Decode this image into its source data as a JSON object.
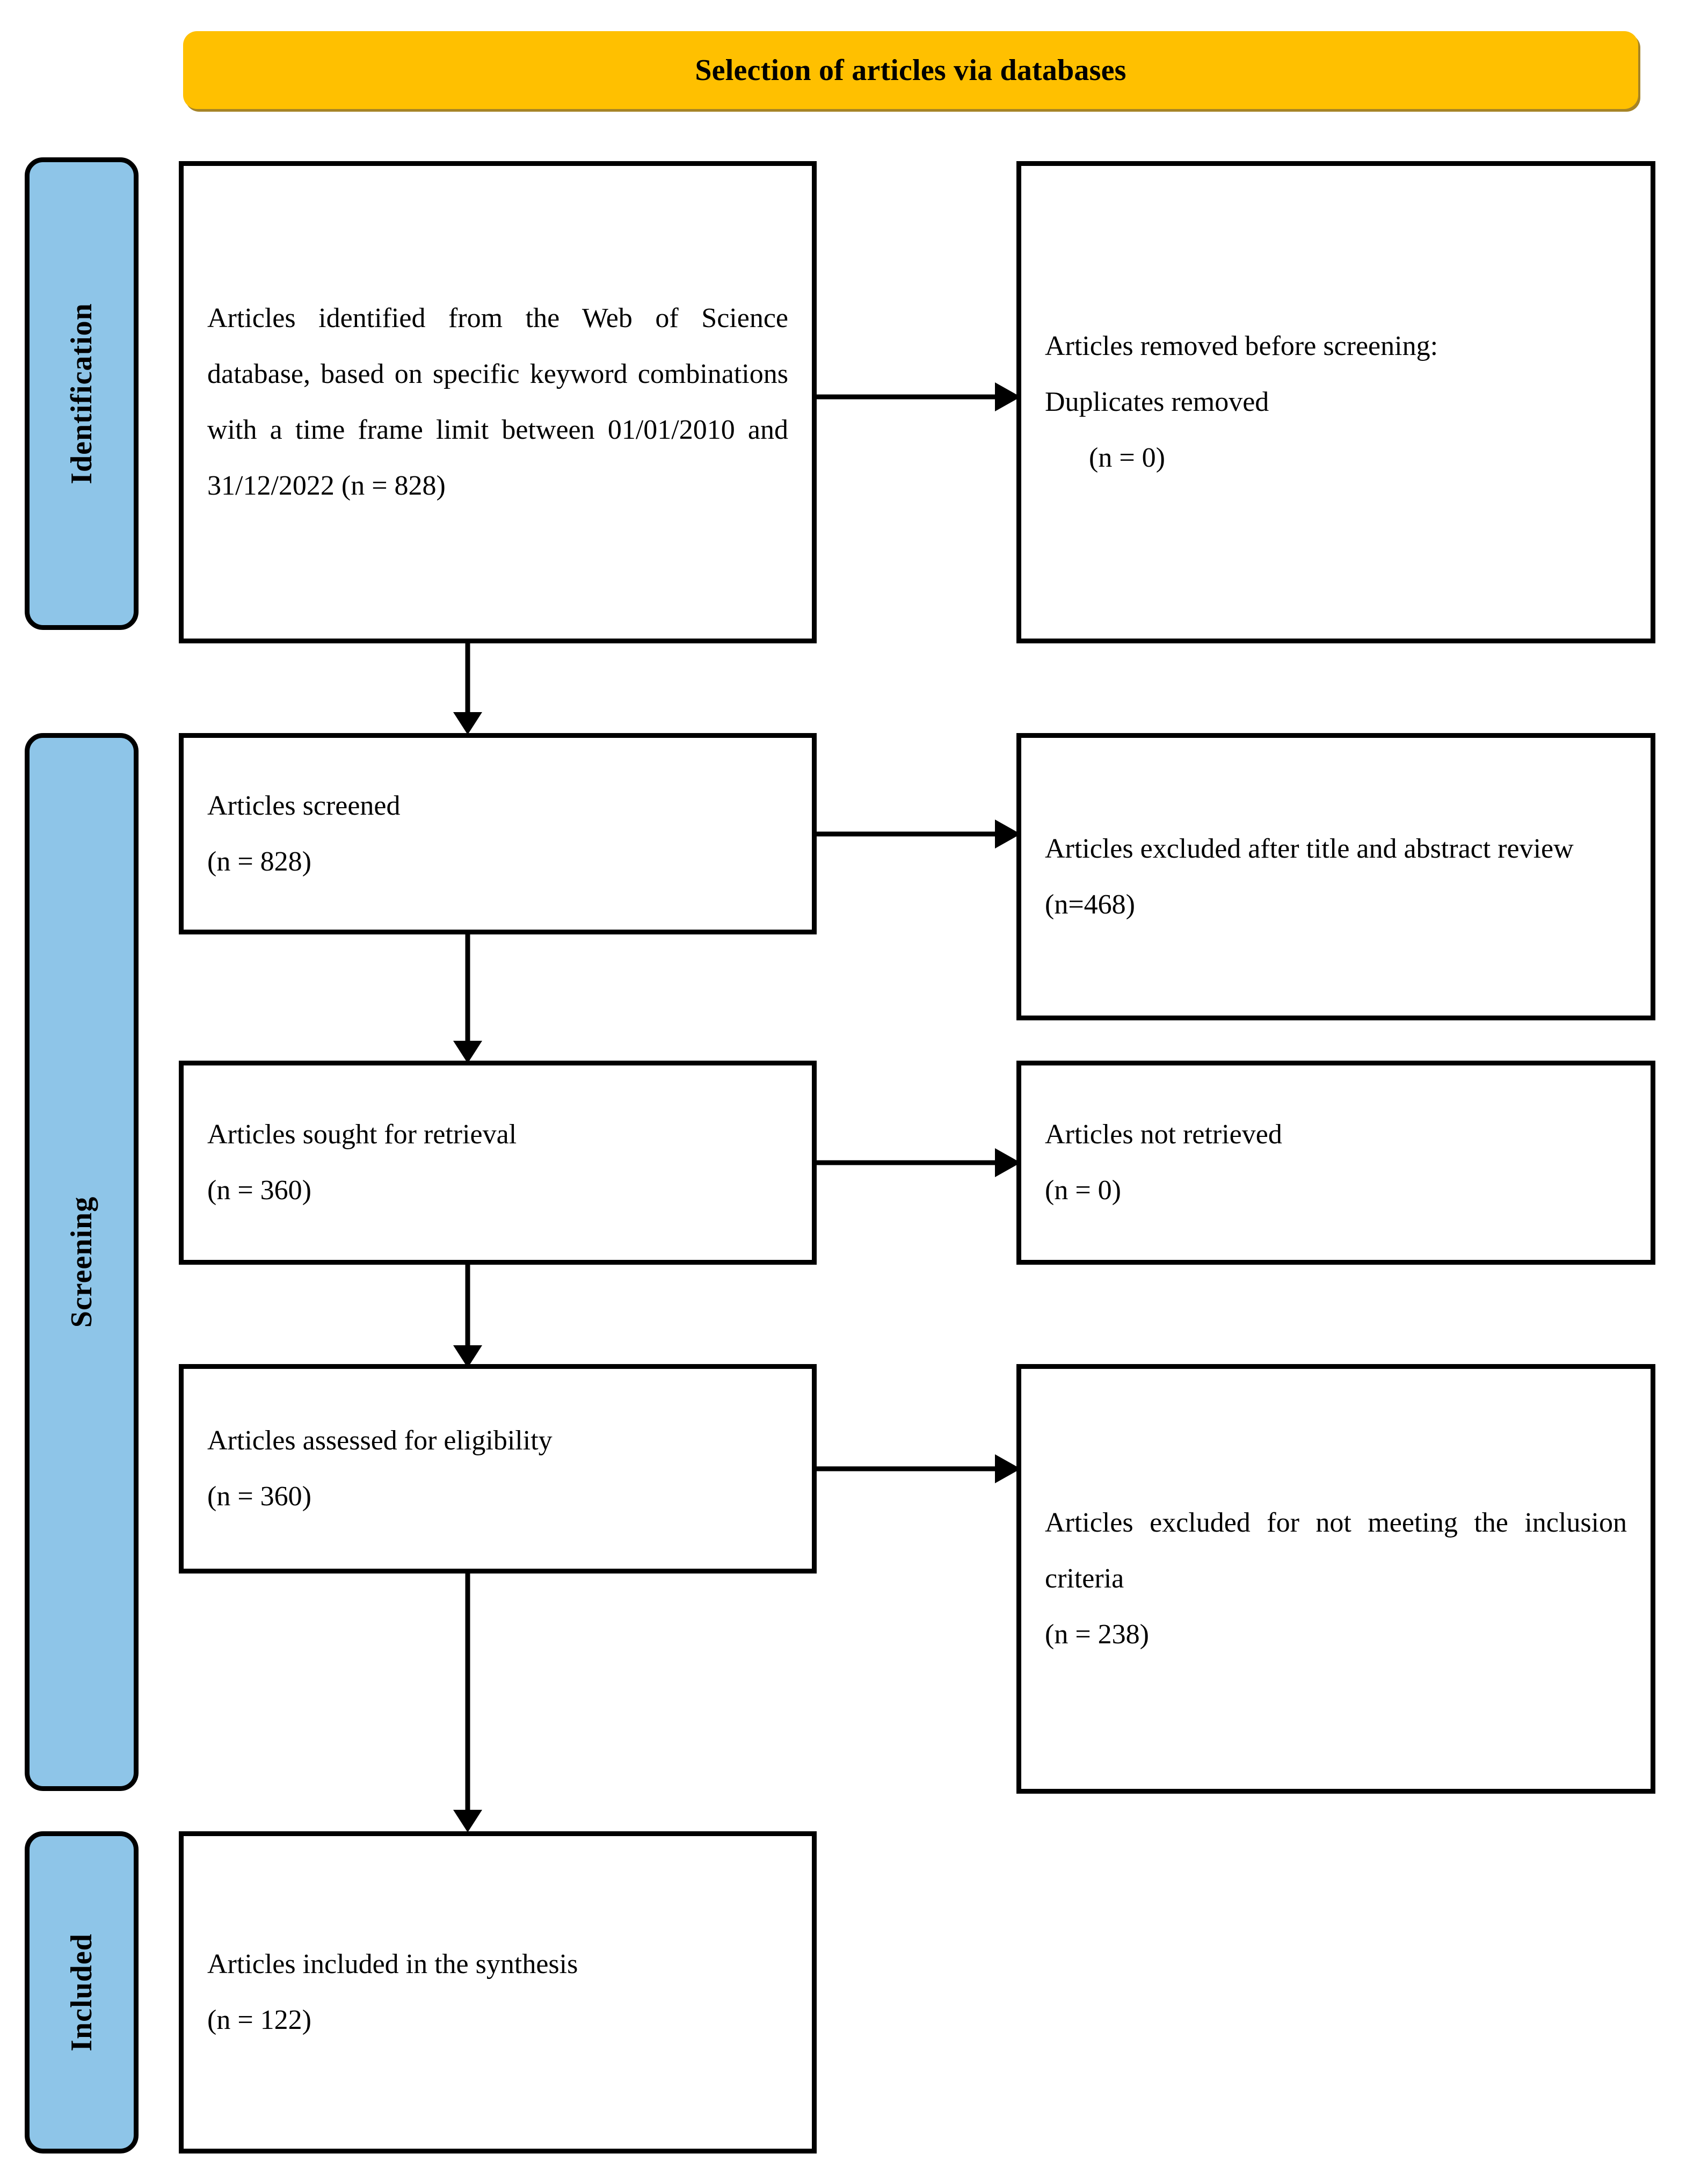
{
  "title": {
    "text": "Selection of articles via databases",
    "bg_color": "#FFC000"
  },
  "colors": {
    "stage_blue": "#8EC5E8",
    "banner_orange": "#FFC000",
    "stroke": "#000000"
  },
  "stages": [
    {
      "key": "identification",
      "label": "Identification"
    },
    {
      "key": "screening",
      "label": "Screening"
    },
    {
      "key": "included",
      "label": "Included"
    }
  ],
  "boxes": {
    "identified": {
      "line1": "Articles identified from the Web of Science database, based on specific keyword combinations with a time frame limit between 01/01/2010 and 31/12/2022 (n = 828)"
    },
    "removed": {
      "line1": "Articles removed before screening:",
      "line2": "Duplicates removed",
      "line3": "(n = 0)"
    },
    "screened": {
      "line1": "Articles screened",
      "line2": "(n = 828)"
    },
    "excluded_title_abstract": {
      "line1": "Articles excluded after title and abstract review",
      "line2": "(n=468)"
    },
    "sought": {
      "line1": "Articles sought for retrieval",
      "line2": "(n = 360)"
    },
    "not_retrieved": {
      "line1": "Articles not retrieved",
      "line2": "(n = 0)"
    },
    "assessed": {
      "line1": "Articles assessed for eligibility",
      "line2": "(n = 360)"
    },
    "excluded_criteria": {
      "line1": "Articles excluded for not meeting the inclusion criteria",
      "line2": "(n = 238)"
    },
    "included": {
      "line1": "Articles included in the synthesis",
      "line2": "(n = 122)"
    }
  },
  "chart_data": {
    "type": "diagram",
    "diagram_kind": "prisma-flow",
    "title": "Selection of articles via databases",
    "stages": [
      "Identification",
      "Screening",
      "Included"
    ],
    "nodes": [
      {
        "id": "identified",
        "stage": "Identification",
        "column": "left",
        "label": "Articles identified from the Web of Science database, based on specific keyword combinations with a time frame limit between 01/01/2010 and 31/12/2022",
        "n": 828
      },
      {
        "id": "removed",
        "stage": "Identification",
        "column": "right",
        "label": "Articles removed before screening: Duplicates removed",
        "n": 0
      },
      {
        "id": "screened",
        "stage": "Screening",
        "column": "left",
        "label": "Articles screened",
        "n": 828
      },
      {
        "id": "excluded_title_abstract",
        "stage": "Screening",
        "column": "right",
        "label": "Articles excluded after title and abstract review",
        "n": 468
      },
      {
        "id": "sought",
        "stage": "Screening",
        "column": "left",
        "label": "Articles sought for retrieval",
        "n": 360
      },
      {
        "id": "not_retrieved",
        "stage": "Screening",
        "column": "right",
        "label": "Articles not retrieved",
        "n": 0
      },
      {
        "id": "assessed",
        "stage": "Screening",
        "column": "left",
        "label": "Articles assessed for eligibility",
        "n": 360
      },
      {
        "id": "excluded_criteria",
        "stage": "Screening",
        "column": "right",
        "label": "Articles excluded for not meeting the inclusion criteria",
        "n": 238
      },
      {
        "id": "included",
        "stage": "Included",
        "column": "left",
        "label": "Articles included in the synthesis",
        "n": 122
      }
    ],
    "edges": [
      {
        "from": "identified",
        "to": "removed",
        "direction": "right"
      },
      {
        "from": "identified",
        "to": "screened",
        "direction": "down"
      },
      {
        "from": "screened",
        "to": "excluded_title_abstract",
        "direction": "right"
      },
      {
        "from": "screened",
        "to": "sought",
        "direction": "down"
      },
      {
        "from": "sought",
        "to": "not_retrieved",
        "direction": "right"
      },
      {
        "from": "sought",
        "to": "assessed",
        "direction": "down"
      },
      {
        "from": "assessed",
        "to": "excluded_criteria",
        "direction": "right"
      },
      {
        "from": "assessed",
        "to": "included",
        "direction": "down"
      }
    ],
    "search_period_start": "01/01/2010",
    "search_period_end": "31/12/2022",
    "database": "Web of Science"
  }
}
